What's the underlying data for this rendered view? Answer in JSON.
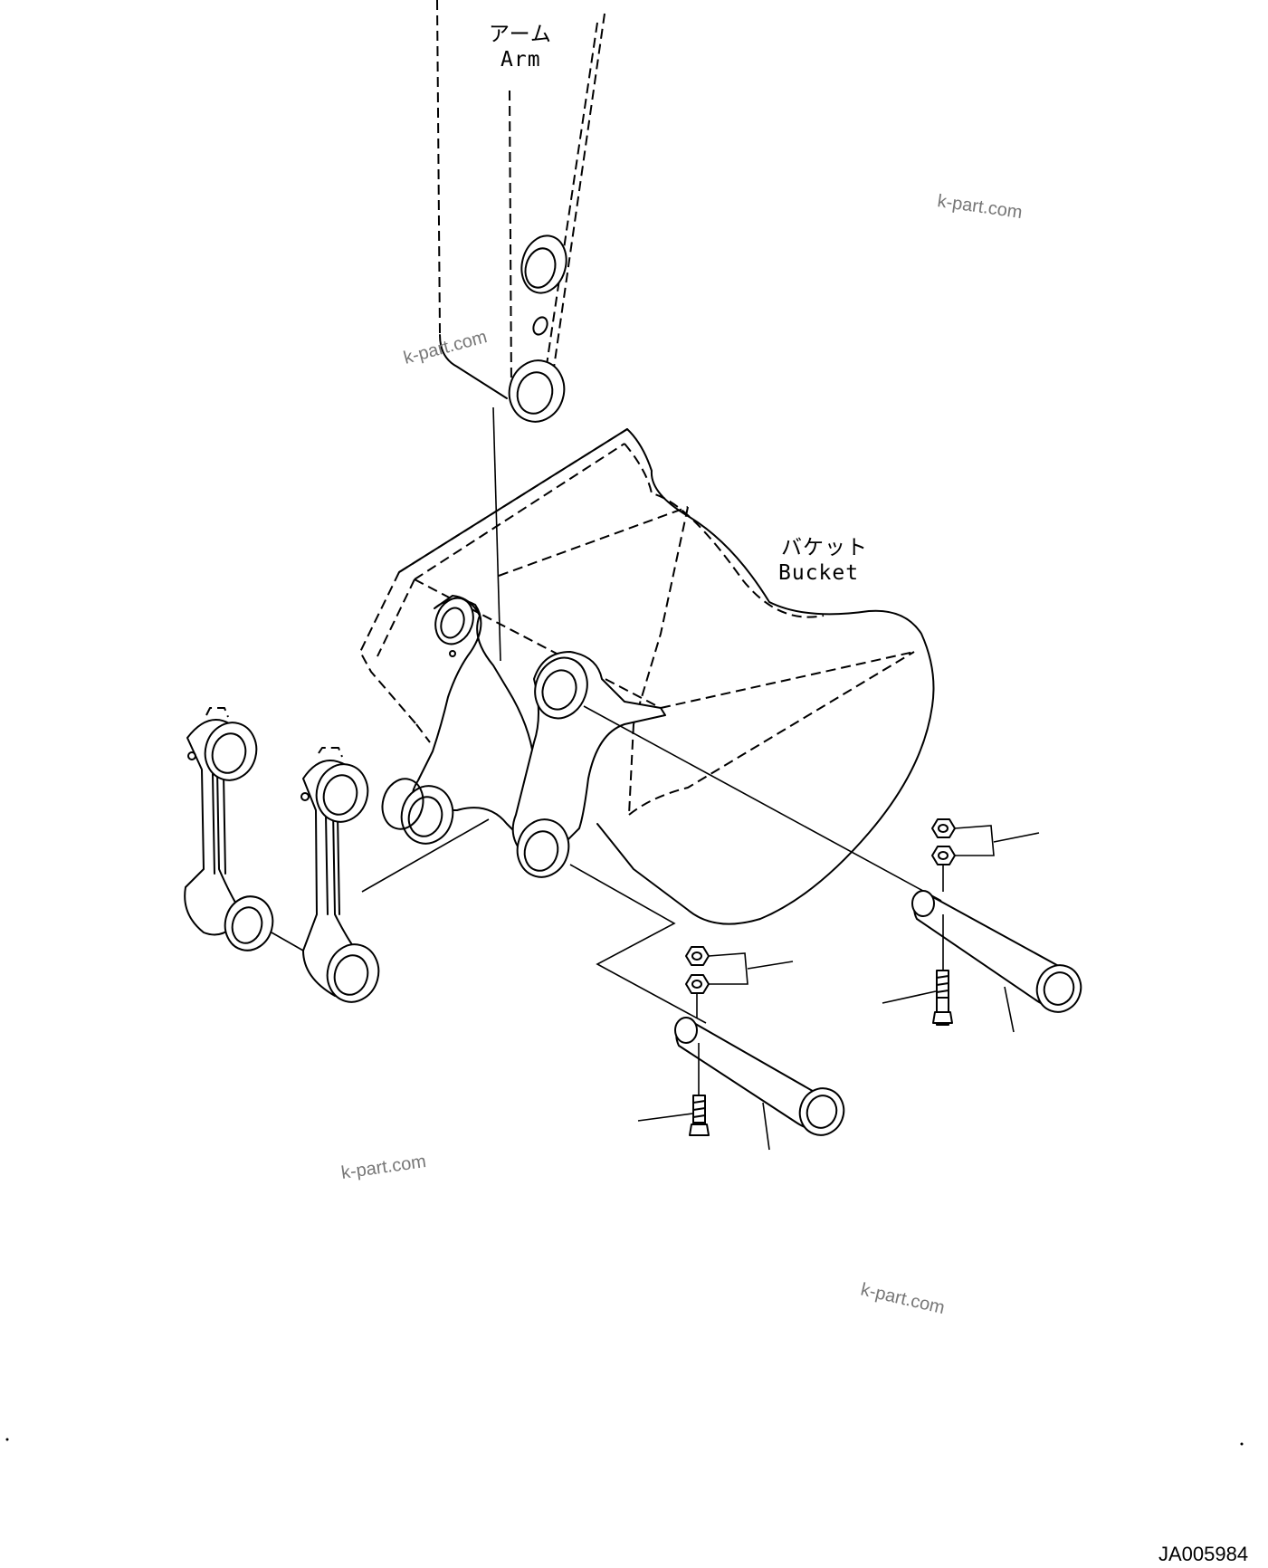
{
  "labels": {
    "arm_jp": "アーム",
    "arm_en": "Arm",
    "bucket_jp": "バケット",
    "bucket_en": "Bucket"
  },
  "watermarks": [
    "k-part.com",
    "k-part.com",
    "k-part.com",
    "k-part.com"
  ],
  "drawing_code": "JA005984"
}
